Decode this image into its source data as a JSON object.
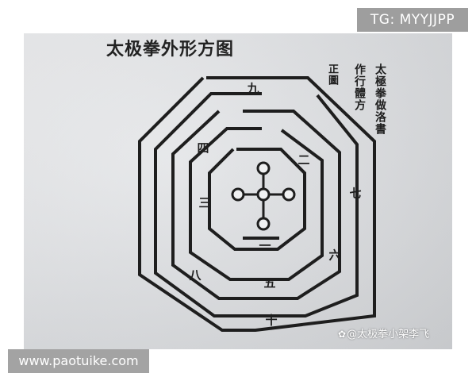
{
  "title": "太极拳外形方图",
  "vertical_titles": [
    "太極拳做洛書",
    "作行體方",
    "正圖"
  ],
  "ring_labels": {
    "nine": "九",
    "two": "二",
    "four": "四",
    "seven": "七",
    "three": "三",
    "six": "六",
    "eight": "八",
    "one": "一",
    "five": "五",
    "ten": "十"
  },
  "watermarks": {
    "tg": "TG: MYYJJPP",
    "site": "www.paotuike.com",
    "author": "@太极拳小架李飞",
    "author_icon": "paw-icon"
  },
  "colors": {
    "ink": "#1e1e1e",
    "paper": "#dfe1e4",
    "watermark_bg": "#9e9e9e"
  }
}
